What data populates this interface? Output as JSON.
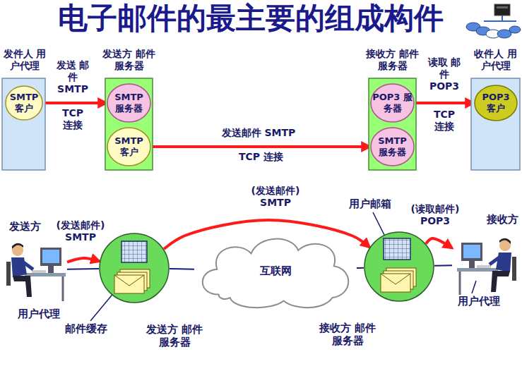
{
  "diagram": {
    "title": "电子邮件的最主要的组成构件",
    "nodes": [
      {
        "text": [
          "发件人 用户代理"
        ]
      },
      {
        "text": [
          "SMTP 客户"
        ],
        "in": 0
      },
      {
        "text": [
          "发送方 邮件服务器"
        ]
      },
      {
        "text": [
          "SMTP 服务器"
        ],
        "in": 2
      },
      {
        "text": [
          "SMTP 客户"
        ],
        "in": 2
      },
      {
        "text": [
          "接收方 邮件服务器"
        ]
      },
      {
        "text": [
          "POP3 服务器"
        ],
        "in": 5
      },
      {
        "text": [
          "SMTP 服务器"
        ],
        "in": 5
      },
      {
        "text": [
          "收件人 用户代理"
        ]
      },
      {
        "text": [
          "POP3 客户"
        ],
        "in": 8
      },
      {
        "text": [
          "发送方",
          "用户代理"
        ]
      },
      {
        "text": [
          "发送方 邮件服务器"
        ]
      },
      {
        "text": [
          "互联网"
        ]
      },
      {
        "text": [
          "接收方 邮件服务器"
        ]
      },
      {
        "text": [
          "接收方",
          "用户代理"
        ]
      }
    ],
    "edges": [
      {
        "from": 1,
        "to": 3,
        "arrow": "to",
        "label": "发送 邮件 SMTP"
      },
      {
        "from": 4,
        "to": 7,
        "arrow": "to",
        "label": "发送邮件 SMTP"
      },
      {
        "from": 6,
        "to": 9,
        "arrow": "to",
        "label": "读取 邮件 POP3"
      },
      {
        "from": 10,
        "to": 11,
        "arrow": "none"
      },
      {
        "from": 11,
        "to": 12,
        "arrow": "none"
      },
      {
        "from": 12,
        "to": 13,
        "arrow": "none"
      },
      {
        "from": 13,
        "to": 14,
        "arrow": "none"
      },
      {
        "from": 10,
        "to": 11,
        "arrow": "to",
        "label": "(发送邮件) SMTP"
      },
      {
        "from": 11,
        "to": 13,
        "arrow": "to",
        "label": "(发送邮件) SMTP"
      },
      {
        "from": 13,
        "to": 14,
        "arrow": "to",
        "label": "(读取邮件) POP3"
      }
    ],
    "labels": [
      "TCP 连接",
      "TCP 连接",
      "TCP 连接",
      "用户邮箱",
      "邮件缓存"
    ]
  }
}
